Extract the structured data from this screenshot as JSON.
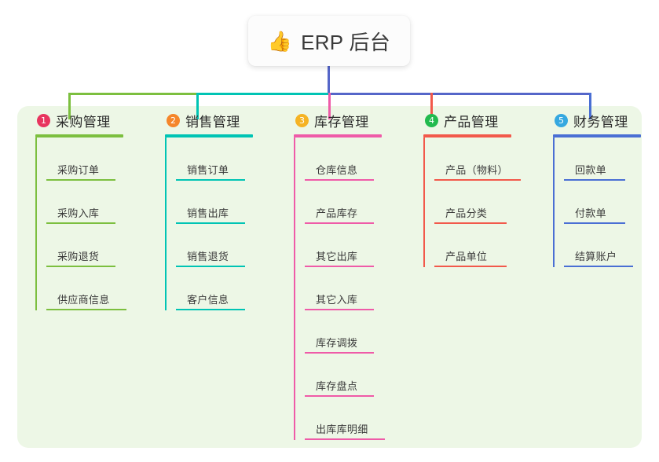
{
  "root": {
    "emoji": "👍",
    "emoji_name": "thumbs-up-icon",
    "title": "ERP 后台"
  },
  "panel": {
    "background": "#edf7e6"
  },
  "connectors": {
    "stem_color": "#5566c9",
    "bar_segments": [
      {
        "color": "#7cbf3f"
      },
      {
        "color": "#00c4b4"
      },
      {
        "color": "#5566c9"
      }
    ],
    "drops": [
      "#7cbf3f",
      "#00c4b4",
      "#ef5ba8",
      "#f2594b",
      "#4a6fd4"
    ]
  },
  "columns": [
    {
      "number": "1",
      "title": "采购管理",
      "badge_color": "#e8355f",
      "line_color": "#7cbf3f",
      "rule_width": 112,
      "items": [
        {
          "label": "采购订单",
          "rule_width": 88
        },
        {
          "label": "采购入库",
          "rule_width": 88
        },
        {
          "label": "采购退货",
          "rule_width": 88
        },
        {
          "label": "供应商信息",
          "rule_width": 102
        }
      ]
    },
    {
      "number": "2",
      "title": "销售管理",
      "badge_color": "#f5862a",
      "line_color": "#00c4b4",
      "rule_width": 112,
      "items": [
        {
          "label": "销售订单",
          "rule_width": 88
        },
        {
          "label": "销售出库",
          "rule_width": 88
        },
        {
          "label": "销售退货",
          "rule_width": 88
        },
        {
          "label": "客户信息",
          "rule_width": 88
        }
      ]
    },
    {
      "number": "3",
      "title": "库存管理",
      "badge_color": "#f5b324",
      "line_color": "#ef5ba8",
      "rule_width": 112,
      "items": [
        {
          "label": "仓库信息",
          "rule_width": 88
        },
        {
          "label": "产品库存",
          "rule_width": 88
        },
        {
          "label": "其它出库",
          "rule_width": 88
        },
        {
          "label": "其它入库",
          "rule_width": 88
        },
        {
          "label": "库存调拨",
          "rule_width": 88
        },
        {
          "label": "库存盘点",
          "rule_width": 88
        },
        {
          "label": "出库库明细",
          "rule_width": 102
        }
      ]
    },
    {
      "number": "4",
      "title": "产品管理",
      "badge_color": "#22ba4e",
      "line_color": "#f2594b",
      "rule_width": 112,
      "items": [
        {
          "label": "产品（物料）",
          "rule_width": 110
        },
        {
          "label": "产品分类",
          "rule_width": 92
        },
        {
          "label": "产品单位",
          "rule_width": 92
        }
      ]
    },
    {
      "number": "5",
      "title": "财务管理",
      "badge_color": "#35a8e0",
      "line_color": "#4a6fd4",
      "rule_width": 112,
      "items": [
        {
          "label": "回款单",
          "rule_width": 78
        },
        {
          "label": "付款单",
          "rule_width": 78
        },
        {
          "label": "结算账户",
          "rule_width": 88
        }
      ]
    }
  ]
}
